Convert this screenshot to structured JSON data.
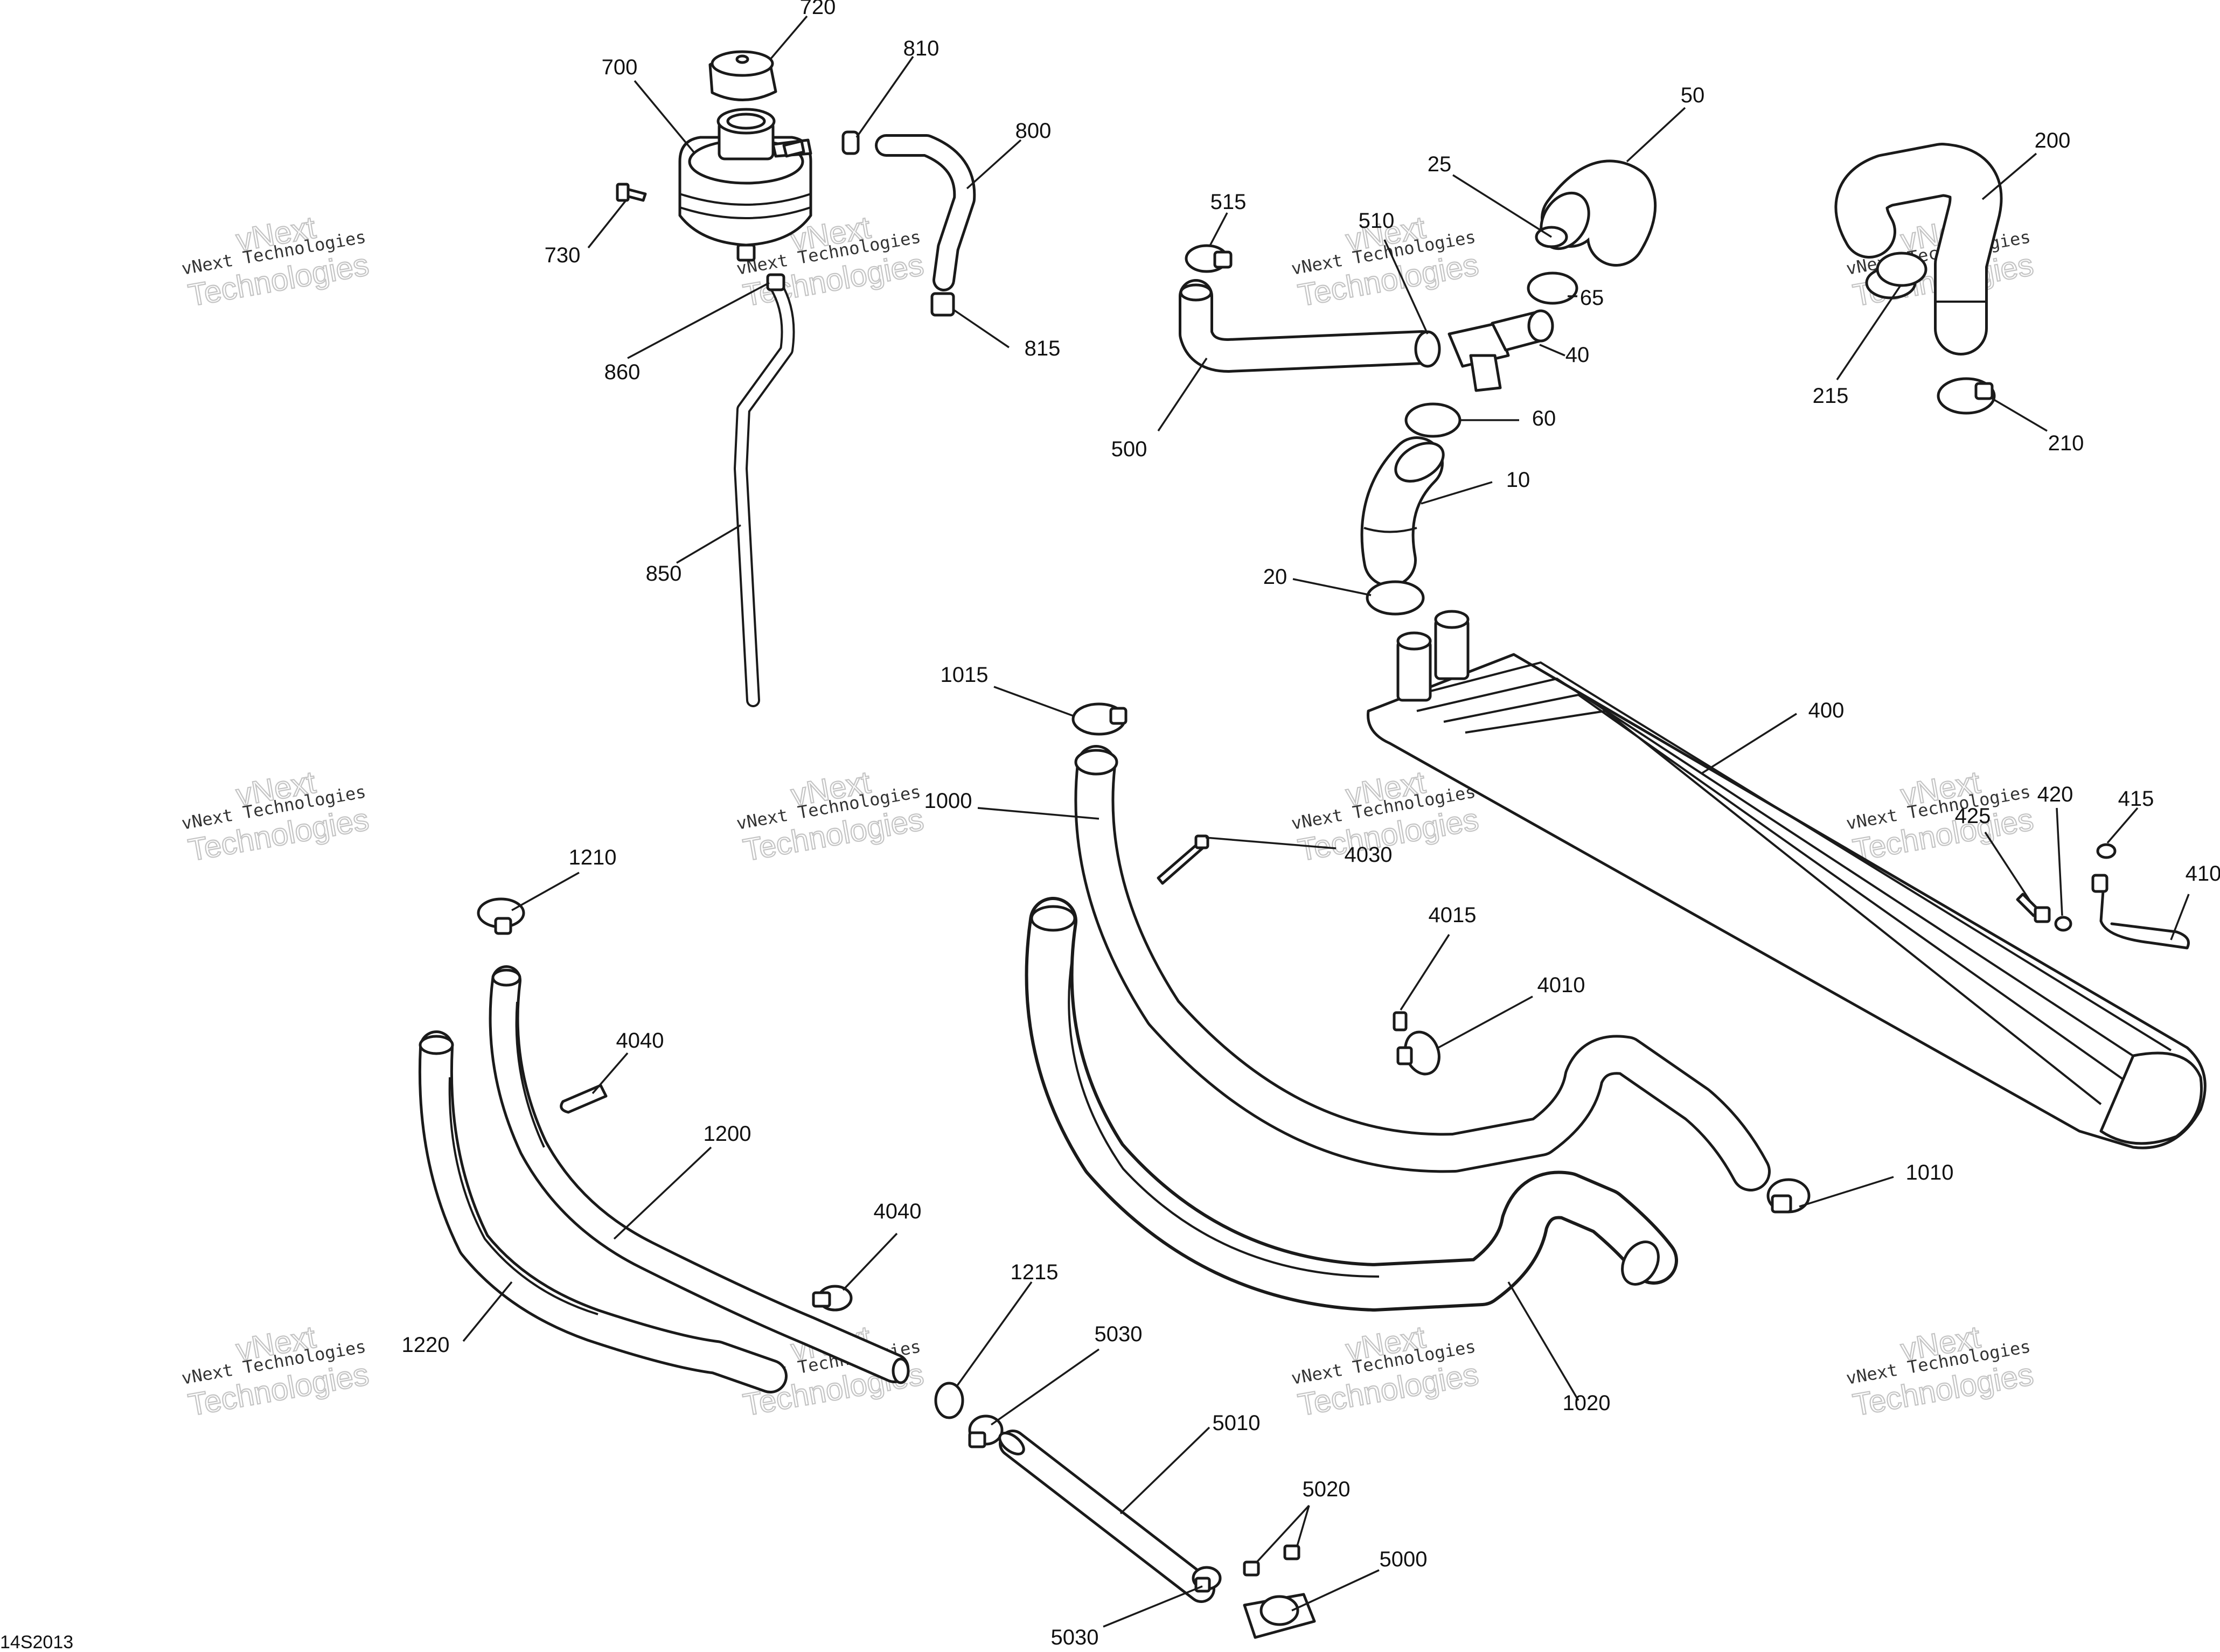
{
  "watermark": {
    "line1": "vNext Technologies",
    "line2": "Technologies",
    "overlay": "vNext"
  },
  "diagram_ref": "14S2013",
  "callouts": [
    "720",
    "810",
    "700",
    "800",
    "730",
    "860",
    "815",
    "850",
    "50",
    "25",
    "515",
    "510",
    "65",
    "40",
    "500",
    "60",
    "10",
    "20",
    "200",
    "215",
    "210",
    "1015",
    "400",
    "1000",
    "4030",
    "425",
    "420",
    "415",
    "410",
    "1210",
    "4015",
    "4010",
    "4040",
    "1200",
    "1010",
    "4040",
    "1215",
    "5030",
    "1220",
    "1020",
    "5010",
    "5020",
    "5000",
    "5030"
  ]
}
